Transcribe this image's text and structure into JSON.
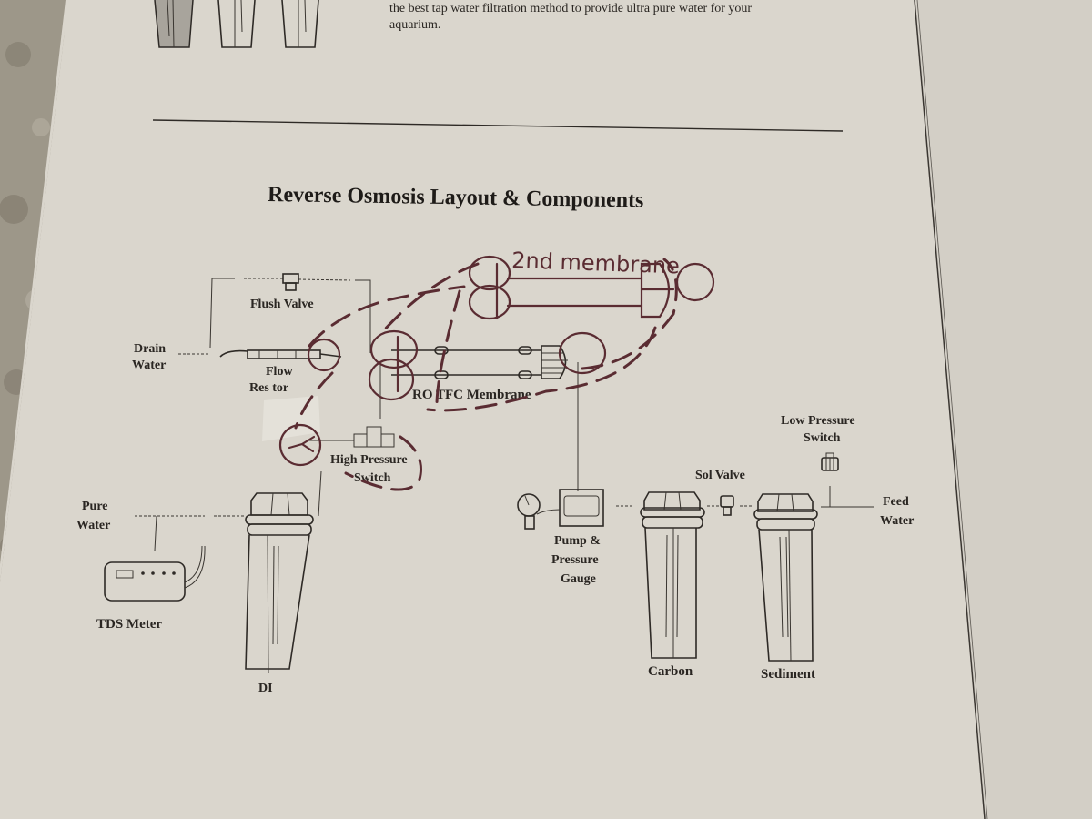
{
  "page": {
    "intro_text_lines": [
      "the best tap water filtration method to provide ultra pure water for your",
      "aquarium."
    ],
    "title": "Reverse Osmosis Layout & Components"
  },
  "components": {
    "flush_valve": "Flush Valve",
    "drain_water": [
      "Drain",
      "Water"
    ],
    "flow_restrictor": [
      "Flow",
      "Res    tor"
    ],
    "ro_membrane": "RO TFC Membrane",
    "high_pressure_switch": [
      "High Pressure",
      "Switch"
    ],
    "low_pressure_switch": [
      "Low Pressure",
      "Switch"
    ],
    "sol_valve": "Sol Valve",
    "feed_water": [
      "Feed",
      "Water"
    ],
    "pump_gauge": [
      "Pump &",
      "Pressure",
      "Gauge"
    ],
    "carbon": "Carbon",
    "sediment": "Sediment",
    "di": "DI",
    "pure_water": [
      "Pure",
      "Water"
    ],
    "tds_meter": "TDS Meter"
  },
  "annotations": {
    "handwritten_label": "2nd membrane",
    "ink_color": "#5a2c32"
  },
  "colors": {
    "paper": "#d9d5cc",
    "countertop": "#a09a8c",
    "print_ink": "#2a2622"
  }
}
